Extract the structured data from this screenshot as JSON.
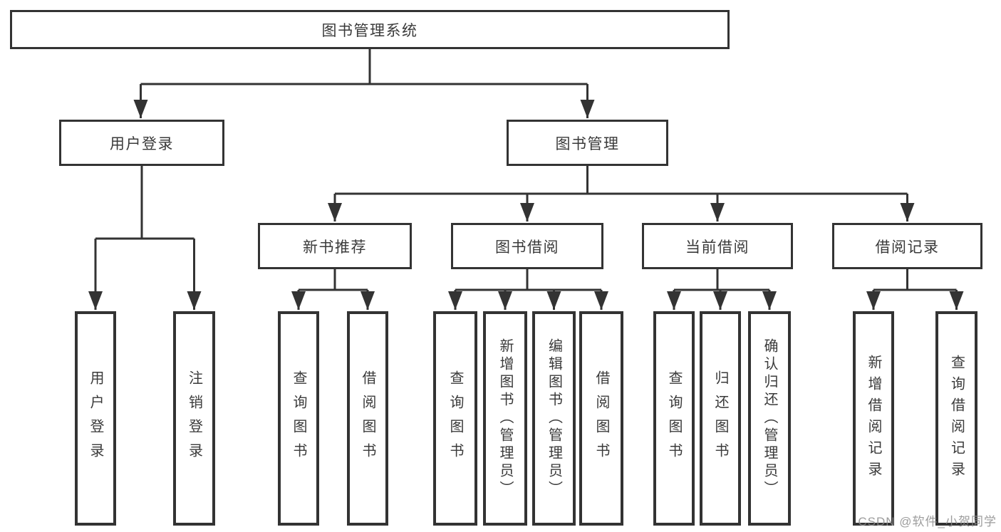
{
  "diagram": {
    "root": "图书管理系统",
    "user_login": {
      "label": "用户登录",
      "children": [
        "用户登录",
        "注销登录"
      ]
    },
    "book_management": {
      "label": "图书管理",
      "sections": [
        {
          "label": "新书推荐",
          "children": [
            "查询图书",
            "借阅图书"
          ]
        },
        {
          "label": "图书借阅",
          "children": [
            "查询图书",
            "新增图书（管理员）",
            "编辑图书（管理员）",
            "借阅图书"
          ]
        },
        {
          "label": "当前借阅",
          "children": [
            "查询图书",
            "归还图书",
            "确认归还（管理员）"
          ]
        },
        {
          "label": "借阅记录",
          "children": [
            "新增借阅记录",
            "查询借阅记录"
          ]
        }
      ]
    }
  },
  "watermark": "CSDN @软件_小贺同学",
  "colors": {
    "line": "#333333",
    "box_border": "#333333",
    "box_background": "#ffffff",
    "text": "#3a3a3a",
    "watermark": "#8c8c8c"
  }
}
